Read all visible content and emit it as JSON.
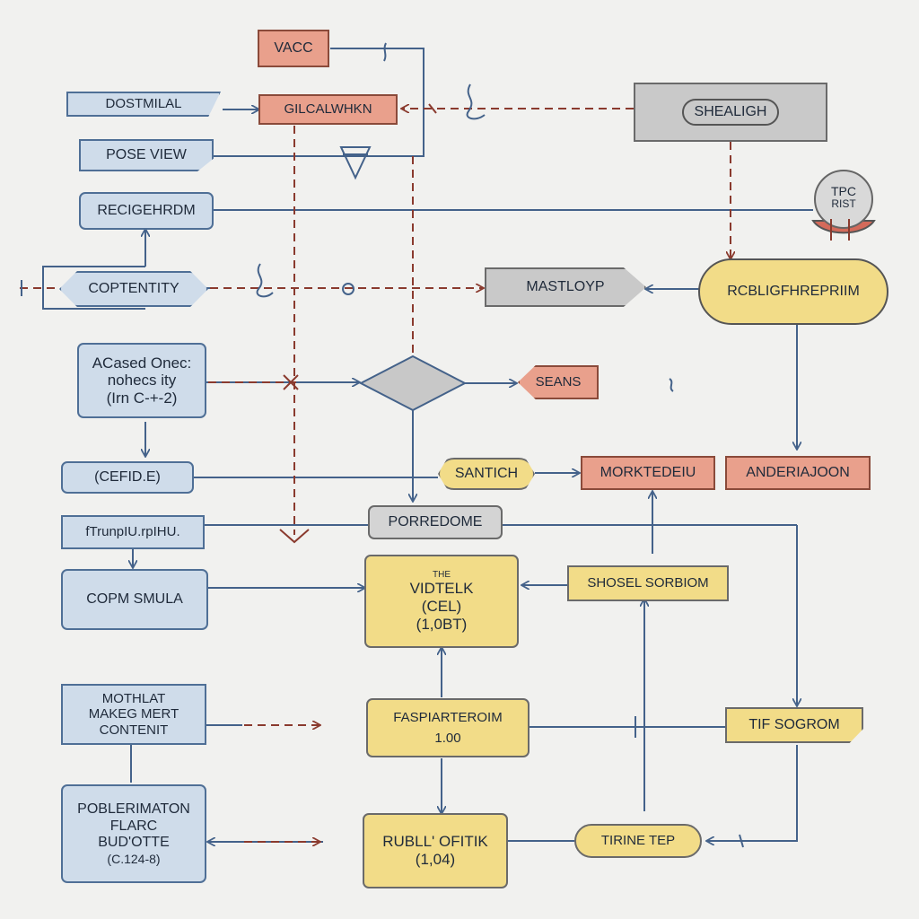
{
  "diagram": {
    "nodes": {
      "vacc": "VACC",
      "dostmilal": "DOSTMILAL",
      "gilcalwhkn": "GILCALWHKN",
      "shealigh": "SHEALIGH",
      "pose_view": "POSE VIEW",
      "recigehrdm": "RECIGEHRDM",
      "tpc_top": "TPC",
      "tpc_bottom": "RIST",
      "coptentity": "COPTENTITY",
      "mastloyp": "MASTLOYP",
      "rcbligfhrepriim": "RCBLIGFHREPRIIM",
      "acased": [
        "ACased Onec:",
        "nohecs ity",
        "(Irn C-+-2)"
      ],
      "seans": "SEANS",
      "cefid": "(CEFID.E)",
      "santich": "SANTICH",
      "morktedeiu": "MORKTEDEIU",
      "anderiajoon": "ANDERIAJOON",
      "porredome": "PORREDOME",
      "trunpiu": "fTrunpIU.rpIHU.",
      "copm_smula": "COPM SMULA",
      "vidtelk": [
        "THE",
        "VIDTELK",
        "(CEL)",
        "(1,0BT)"
      ],
      "shosel_sorbiom": "SHOSEL SORBIOM",
      "mothlat": [
        "MOTHLAT",
        "MAKEG MERT",
        "CONTENIT"
      ],
      "faspiarteroim": [
        "FASPIARTEROIM",
        "1.00"
      ],
      "tif_sogrom": "TIF SOGROM",
      "poblerimaton": [
        "POBLERIMATON",
        "FLARC",
        "BUD'OTTE",
        "(C.124-8)"
      ],
      "rublu_ofitik": [
        "RUBLL' OFITIK",
        "(1,04)"
      ],
      "tirine_tep": "TIRINE TEP"
    },
    "colors": {
      "blue_fill": "#cfdcea",
      "red_fill": "#e9a08c",
      "gray_fill": "#c9c9c9",
      "yellow_fill": "#f2dc88",
      "connector_blue": "#44628a",
      "connector_red": "#8a3a2e"
    }
  }
}
